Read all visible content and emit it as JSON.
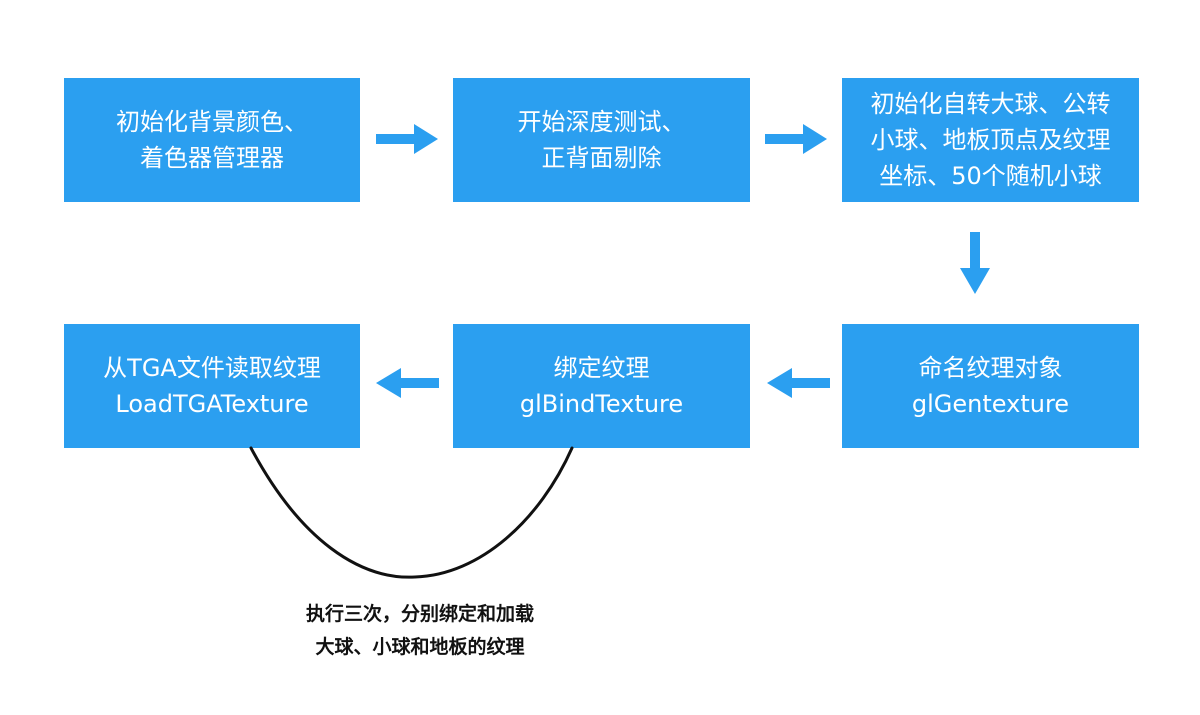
{
  "colors": {
    "box_fill": "#2b9ff0",
    "box_text": "#ffffff",
    "arrow": "#2b9ff0",
    "curve": "#111111"
  },
  "steps": [
    {
      "lines": [
        "初始化背景颜色、",
        "着色器管理器"
      ]
    },
    {
      "lines": [
        "开始深度测试、",
        "正背面剔除"
      ]
    },
    {
      "lines": [
        "初始化自转大球、公转",
        "小球、地板顶点及纹理",
        "坐标、50个随机小球"
      ]
    },
    {
      "lines": [
        "命名纹理对象",
        "glGentexture"
      ]
    },
    {
      "lines": [
        "绑定纹理",
        "glBindTexture"
      ]
    },
    {
      "lines": [
        "从TGA文件读取纹理",
        "LoadTGATexture"
      ]
    }
  ],
  "loop_note": {
    "lines": [
      "执行三次，分别绑定和加载",
      "大球、小球和地板的纹理"
    ]
  }
}
